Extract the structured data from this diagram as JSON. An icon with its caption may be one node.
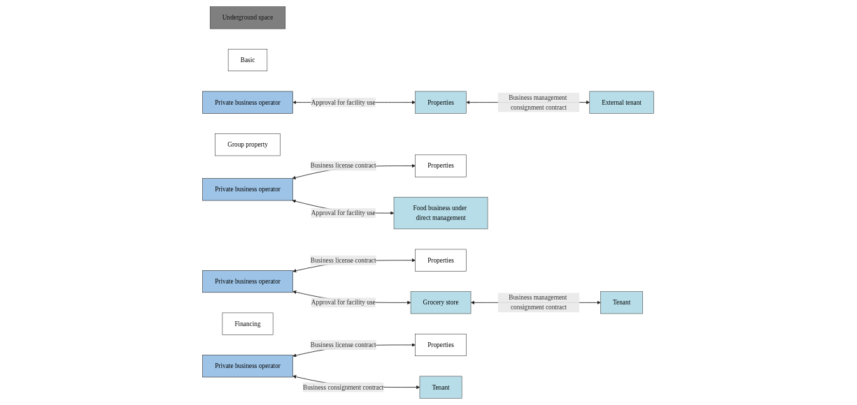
{
  "diagram": {
    "nodes": [
      {
        "text": [
          "Underground space"
        ]
      },
      {
        "text": [
          "Basic"
        ]
      },
      {
        "text": [
          "Private business operator"
        ]
      },
      {
        "text": [
          "Properties"
        ]
      },
      {
        "text": [
          "External tenant"
        ]
      },
      {
        "text": [
          "Group property"
        ]
      },
      {
        "text": [
          "Private business operator"
        ]
      },
      {
        "text": [
          "Properties"
        ]
      },
      {
        "text": [
          "Food business under direct management"
        ]
      },
      {
        "text": [
          "Private business operator"
        ]
      },
      {
        "text": [
          "Properties"
        ]
      },
      {
        "text": [
          "Grocery store"
        ]
      },
      {
        "text": [
          "Tenant"
        ]
      },
      {
        "text": [
          "Financing"
        ]
      },
      {
        "text": [
          "Private business operator"
        ]
      },
      {
        "text": [
          "Properties"
        ]
      },
      {
        "text": [
          "Tenant"
        ]
      }
    ],
    "edges": [
      {
        "from": 2,
        "to": 3,
        "arrow": "both",
        "label": "Approval for facility use"
      },
      {
        "from": 3,
        "to": 4,
        "arrow": "both",
        "label": "Business management consignment contract"
      },
      {
        "from": 6,
        "to": 8,
        "arrow": "both",
        "label": "Approval for facility use"
      },
      {
        "from": 6,
        "to": 7,
        "arrow": "both",
        "label": "Business license contract"
      },
      {
        "from": 9,
        "to": 11,
        "arrow": "both",
        "label": "Approval for facility use"
      },
      {
        "from": 9,
        "to": 10,
        "arrow": "both",
        "label": "Business license contract"
      },
      {
        "from": 11,
        "to": 12,
        "arrow": "both",
        "label": "Business management consignment contract"
      },
      {
        "from": 14,
        "to": 16,
        "arrow": "both",
        "label": "Business consignment contract"
      },
      {
        "from": 14,
        "to": 15,
        "arrow": "both",
        "label": "Business license contract"
      }
    ]
  }
}
